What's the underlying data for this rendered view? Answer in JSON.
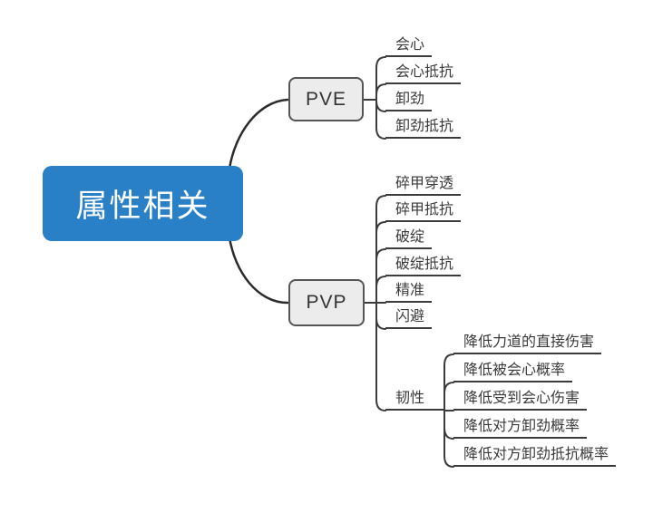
{
  "colors": {
    "root_bg": "#2a80c7",
    "root_text": "#ffffff",
    "branch_bg": "#ececec",
    "branch_border": "#555555",
    "branch_text": "#333333",
    "leaf_text": "#3a3a3a",
    "connector_line": "#3c3c3c",
    "root_edge": "#2b2b2b"
  },
  "root": {
    "label": "属性相关"
  },
  "branches": [
    {
      "label": "PVE",
      "children": [
        {
          "label": "会心"
        },
        {
          "label": "会心抵抗"
        },
        {
          "label": "卸劲"
        },
        {
          "label": "卸劲抵抗"
        }
      ]
    },
    {
      "label": "PVP",
      "children": [
        {
          "label": "碎甲穿透"
        },
        {
          "label": "碎甲抵抗"
        },
        {
          "label": "破绽"
        },
        {
          "label": "破绽抵抗"
        },
        {
          "label": "精准"
        },
        {
          "label": "闪避"
        },
        {
          "label": "韧性",
          "children": [
            {
              "label": "降低力道的直接伤害"
            },
            {
              "label": "降低被会心概率"
            },
            {
              "label": "降低受到会心伤害"
            },
            {
              "label": "降低对方卸劲概率"
            },
            {
              "label": "降低对方卸劲抵抗概率"
            }
          ]
        }
      ]
    }
  ]
}
